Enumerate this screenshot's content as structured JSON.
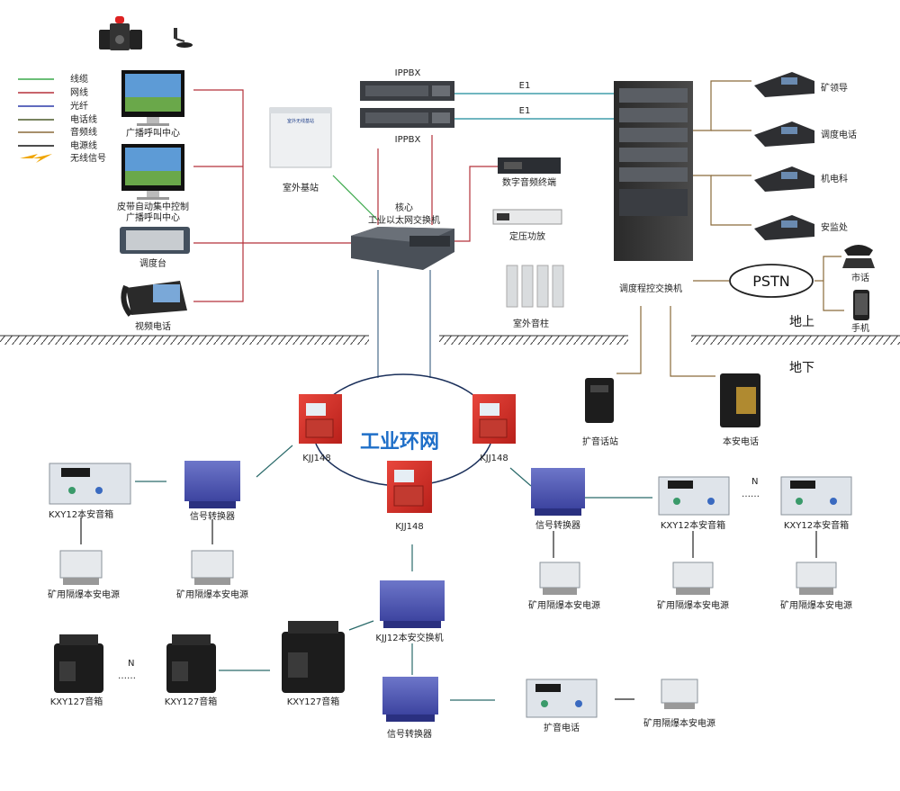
{
  "legend": [
    {
      "label": "线缆",
      "color": "#3aa84a"
    },
    {
      "label": "网线",
      "color": "#b5313a"
    },
    {
      "label": "光纤",
      "color": "#2b3aa8"
    },
    {
      "label": "电话线",
      "color": "#4b5a2a"
    },
    {
      "label": "音频线",
      "color": "#8a6a3a"
    },
    {
      "label": "电源线",
      "color": "#111111"
    },
    {
      "label": "无线信号",
      "color": "#f0a500"
    }
  ],
  "surface": {
    "broadcast_center": "广播呼叫中心",
    "belt_center_line1": "皮带自动集中控制",
    "belt_center_line2": "广播呼叫中心",
    "console": "调度台",
    "video_phone": "视频电话",
    "outdoor_base": "室外基站",
    "outdoor_base_panel": "室外无线基站",
    "core_line1": "核心",
    "core_line2": "工业以太网交换机",
    "ippbx_top": "IPPBX",
    "ippbx_bottom": "IPPBX",
    "e1_top": "E1",
    "e1_bottom": "E1",
    "audio_terminal": "数字音频终端",
    "amplifier": "定压功放",
    "speaker_column": "室外音柱",
    "dispatch_switch": "调度程控交换机",
    "pstn": "PSTN",
    "city_phone": "市话",
    "mobile": "手机",
    "phone_mine_leader": "矿领导",
    "phone_dispatch": "调度电话",
    "phone_mech": "机电科",
    "phone_safety": "安监处",
    "ground_above": "地上",
    "ground_below": "地下"
  },
  "underground": {
    "ring_label": "工业环网",
    "kjj_left": "KJJ148",
    "kjj_right": "KJJ148",
    "kjj_center": "KJJ148",
    "pa_station": "扩音话站",
    "safe_phone": "本安电话",
    "kxy12_left": "KXY12本安音箱",
    "converter_left": "信号转换器",
    "psu_left_1": "矿用隔爆本安电源",
    "psu_left_2": "矿用隔爆本安电源",
    "converter_right": "信号转换器",
    "kxy12_right_1": "KXY12本安音箱",
    "n_right": "N",
    "kxy12_right_2": "KXY12本安音箱",
    "psu_right_1": "矿用隔爆本安电源",
    "psu_right_2": "矿用隔爆本安电源",
    "psu_right_3": "矿用隔爆本安电源",
    "kjj12": "KJJ12本安交换机",
    "kxy127_1": "KXY127音箱",
    "n_left": "N",
    "kxy127_2": "KXY127音箱",
    "kxy127_3": "KXY127音箱",
    "converter_bottom": "信号转换器",
    "pa_phone": "扩音电话",
    "psu_bottom": "矿用隔爆本安电源"
  }
}
